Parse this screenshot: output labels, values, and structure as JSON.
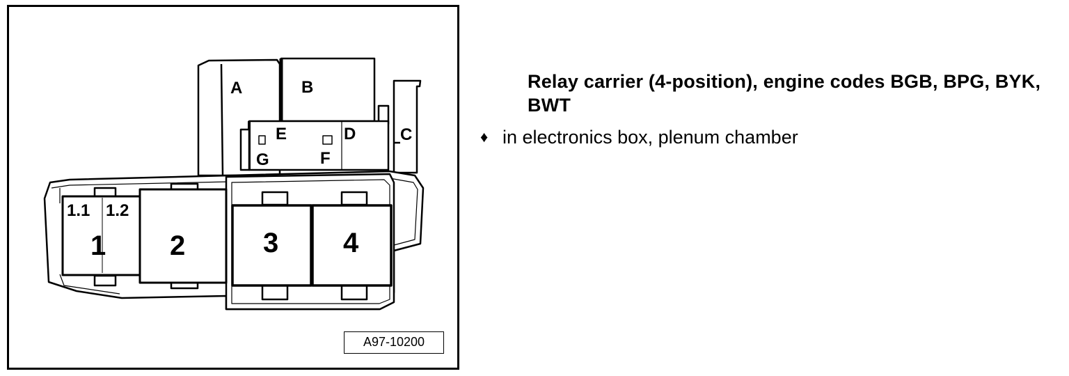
{
  "diagram": {
    "positions": {
      "A": "A",
      "B": "B",
      "C": "C",
      "D": "D",
      "E": "E",
      "F": "F",
      "G": "G",
      "p1": "1",
      "p1_1": "1.1",
      "p1_2": "1.2",
      "p2": "2",
      "p3": "3",
      "p4": "4"
    },
    "figure_id": "A97-10200"
  },
  "description": {
    "title": "Relay carrier (4-position), engine codes BGB, BPG, BYK, BWT",
    "bullet_symbol": "♦",
    "bullet_text": "in electronics box, plenum chamber"
  }
}
